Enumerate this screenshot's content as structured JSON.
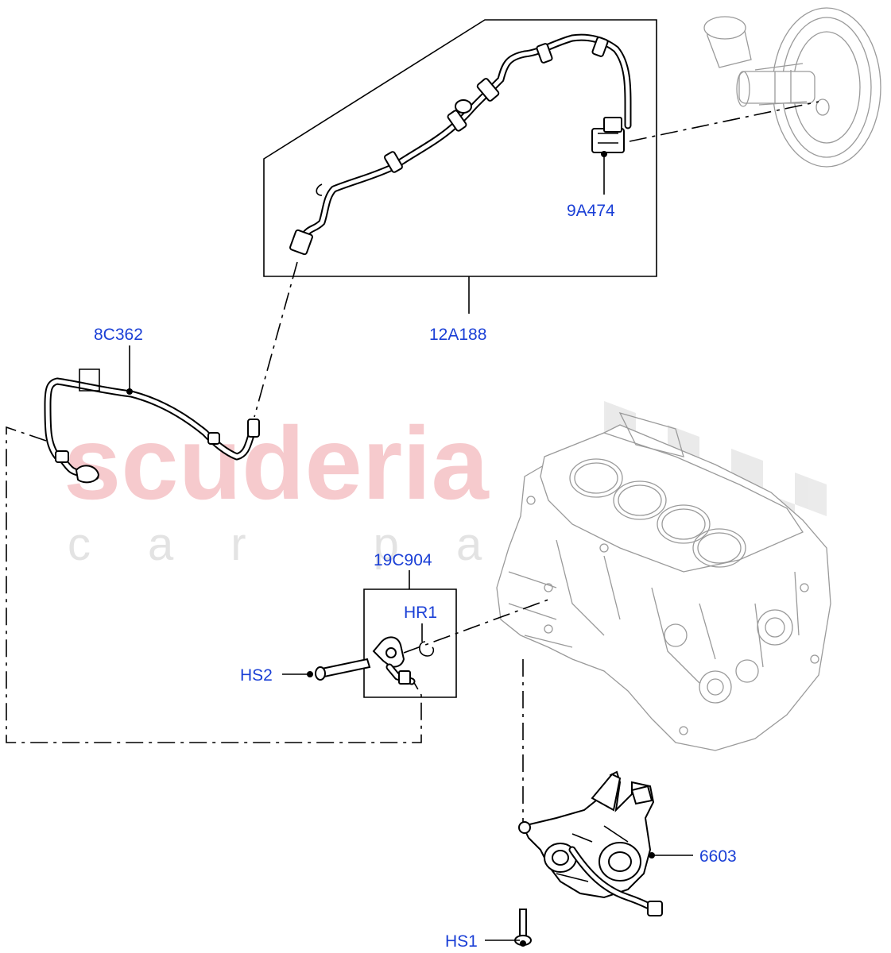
{
  "watermark": {
    "brand": "scuderia",
    "tagline": "car parts"
  },
  "callouts": {
    "vacuum_sensor": "9A474",
    "vacuum_hose_assembly": "12A188",
    "vacuum_pipe": "8C362",
    "pipe_bracket": "19C904",
    "clip": "HR1",
    "bracket_bolt": "HS2",
    "vacuum_pump": "6603",
    "pump_bolt": "HS1"
  },
  "colors": {
    "callout": "#1a3fd6",
    "watermark": "#f3b9bd"
  }
}
